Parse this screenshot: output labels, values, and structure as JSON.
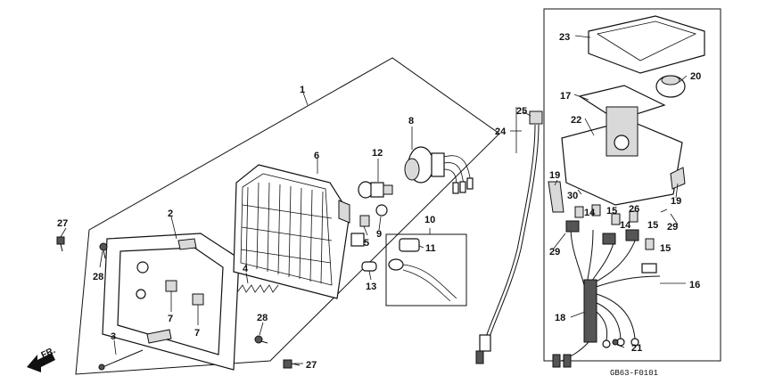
{
  "callouts": {
    "c1": "1",
    "c2": "2",
    "c3": "3",
    "c4": "4",
    "c5": "5",
    "c6": "6",
    "c7a": "7",
    "c7b": "7",
    "c8": "8",
    "c9": "9",
    "c10": "10",
    "c11": "11",
    "c12": "12",
    "c13": "13",
    "c14a": "14",
    "c14b": "14",
    "c15a": "15",
    "c15b": "15",
    "c15c": "15",
    "c16": "16",
    "c17": "17",
    "c18": "18",
    "c19a": "19",
    "c19b": "19",
    "c20": "20",
    "c21": "21",
    "c22": "22",
    "c23": "23",
    "c24": "24",
    "c25": "25",
    "c26": "26",
    "c27a": "27",
    "c27b": "27",
    "c28a": "28",
    "c28b": "28",
    "c29a": "29",
    "c29b": "29",
    "c30": "30"
  },
  "direction_label": "FR.",
  "diagram_code": "GB63-F0101"
}
